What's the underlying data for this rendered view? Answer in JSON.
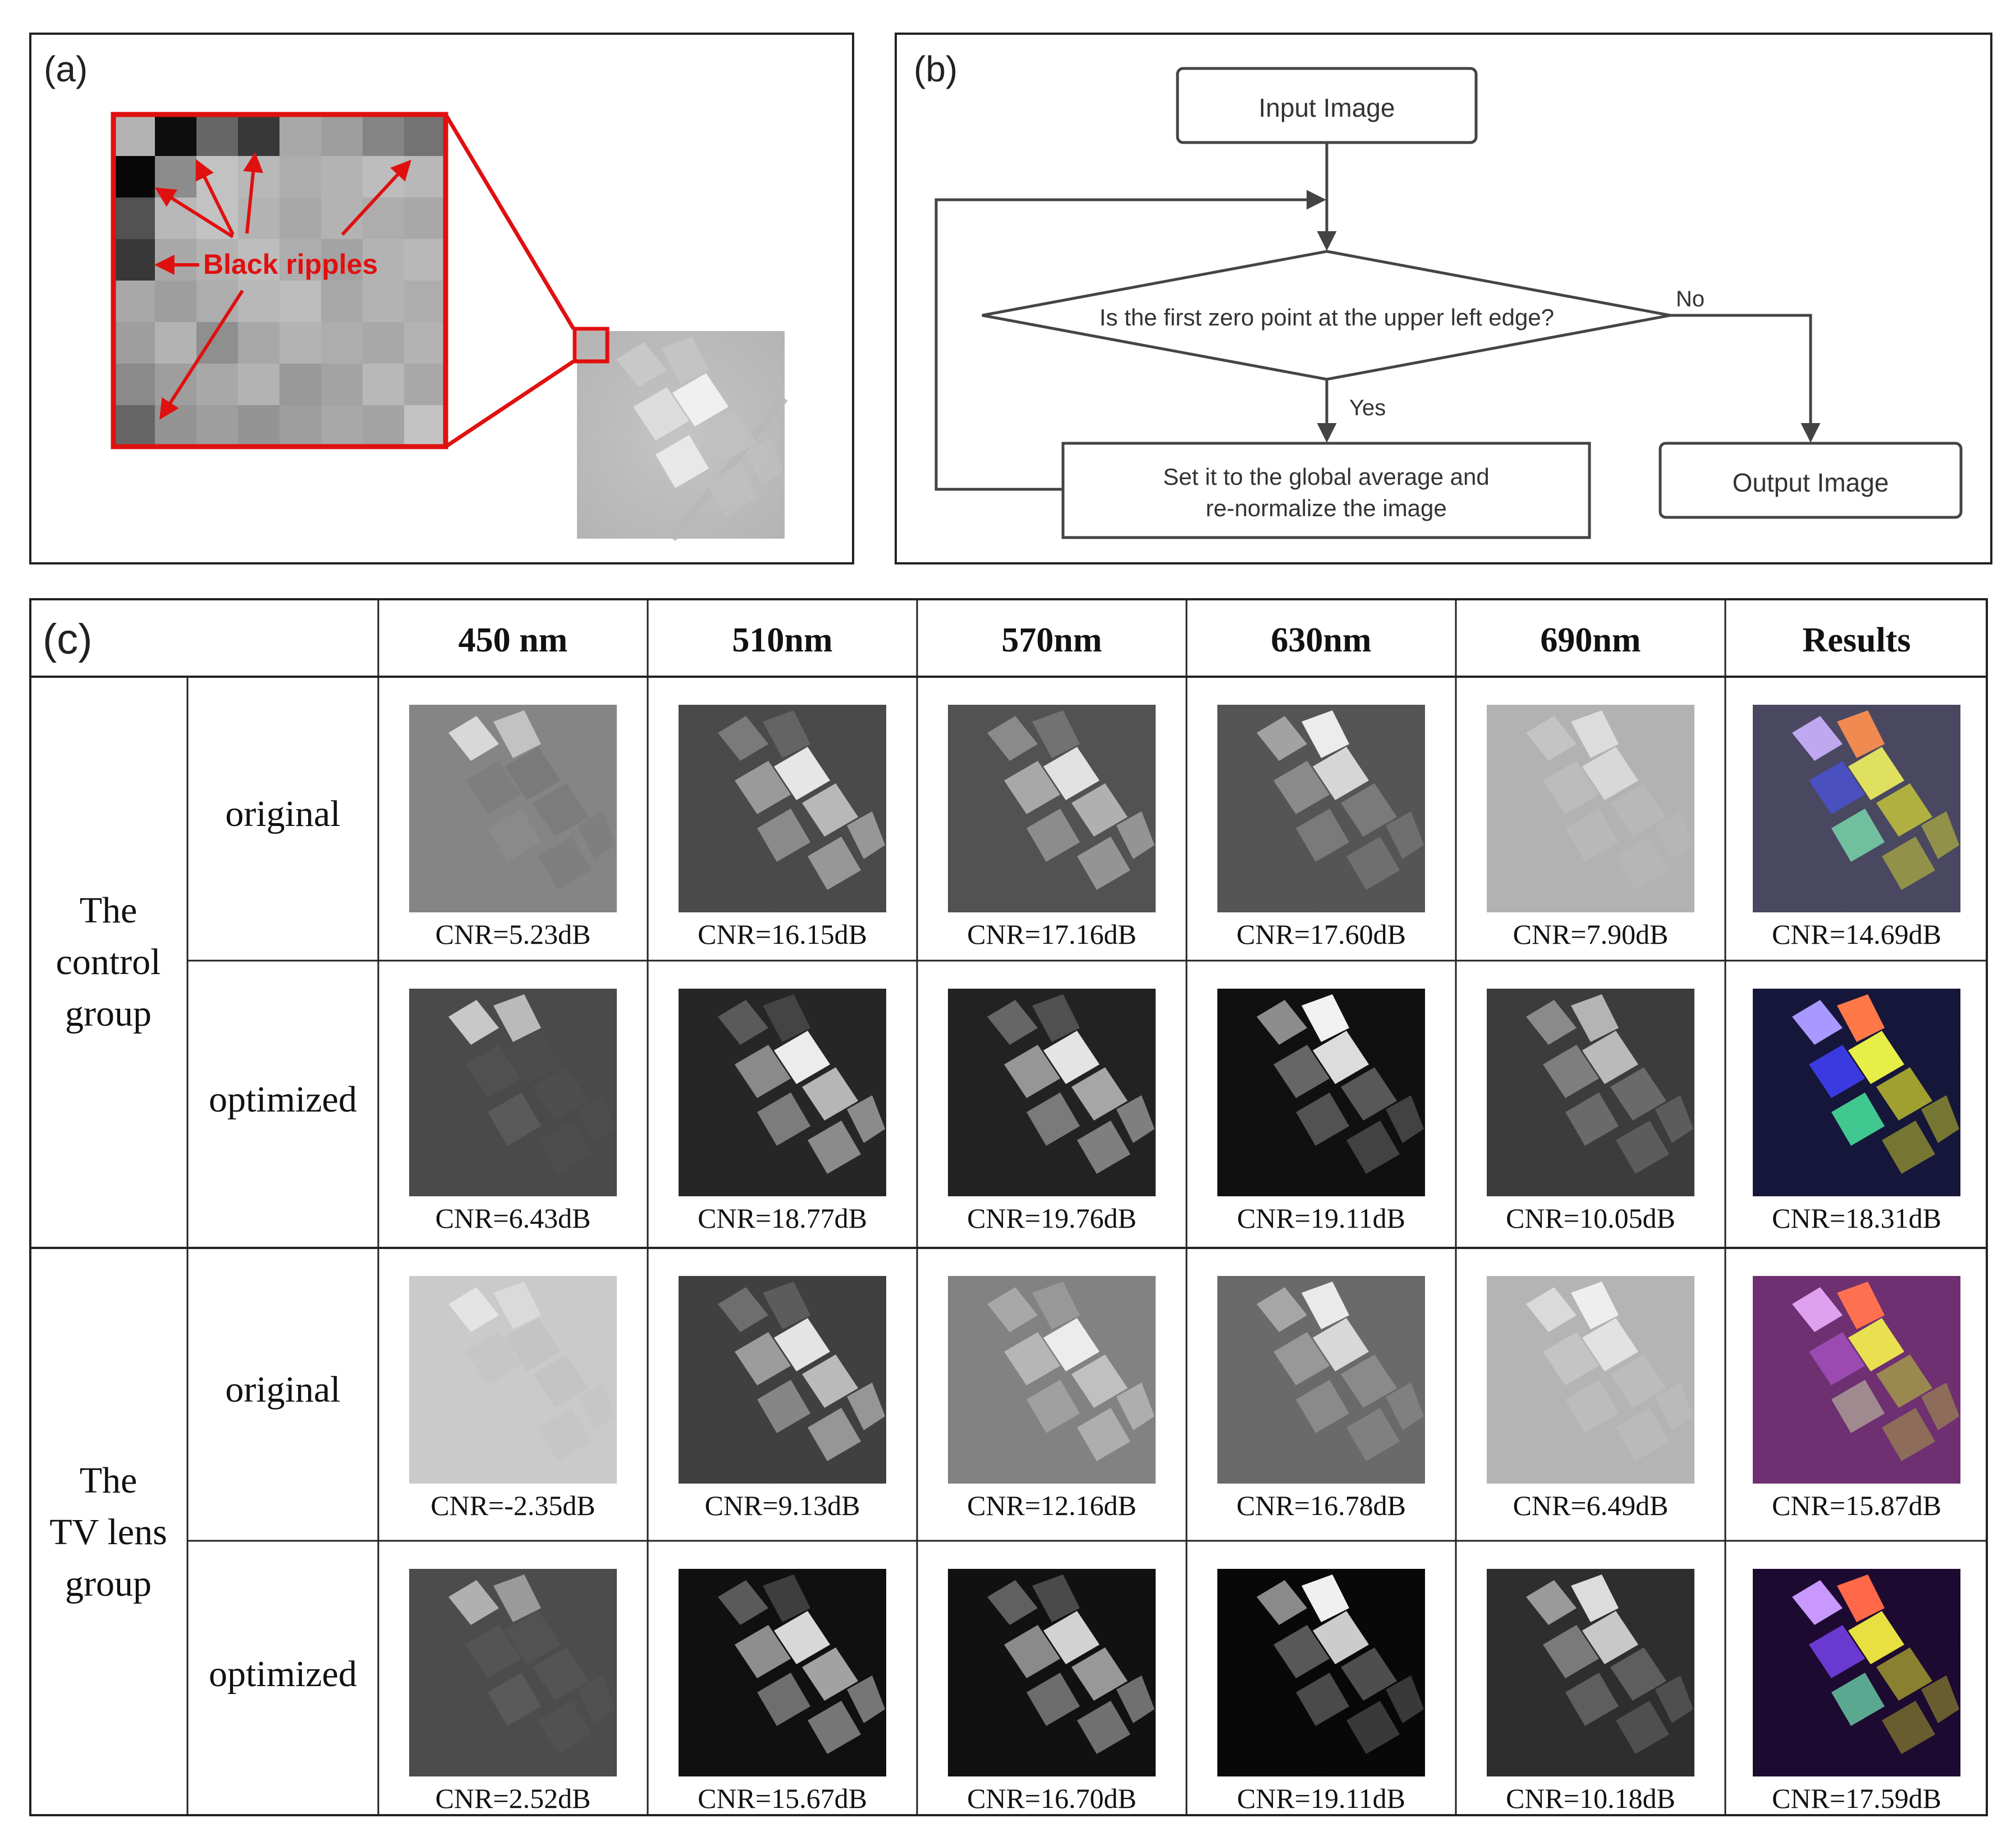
{
  "panel_a": {
    "label": "(a)",
    "annotation": "Black ripples",
    "pixel_grid": [
      [
        0.7,
        0.05,
        0.4,
        0.22,
        0.66,
        0.62,
        0.52,
        0.45
      ],
      [
        0.03,
        0.55,
        0.76,
        0.72,
        0.68,
        0.7,
        0.74,
        0.72
      ],
      [
        0.32,
        0.72,
        0.76,
        0.7,
        0.66,
        0.7,
        0.68,
        0.66
      ],
      [
        0.22,
        0.66,
        0.7,
        0.74,
        0.68,
        0.64,
        0.7,
        0.72
      ],
      [
        0.66,
        0.62,
        0.68,
        0.72,
        0.74,
        0.66,
        0.7,
        0.68
      ],
      [
        0.62,
        0.7,
        0.56,
        0.66,
        0.7,
        0.68,
        0.66,
        0.7
      ],
      [
        0.54,
        0.62,
        0.66,
        0.7,
        0.6,
        0.64,
        0.72,
        0.66
      ],
      [
        0.4,
        0.58,
        0.62,
        0.58,
        0.62,
        0.66,
        0.64,
        0.76
      ]
    ]
  },
  "panel_b": {
    "label": "(b)",
    "input_box": "Input Image",
    "decision": "Is the first zero point at the upper left edge?",
    "no_label": "No",
    "yes_label": "Yes",
    "process_line1": "Set it to the global average and",
    "process_line2": "re-normalize the image",
    "output_box": "Output Image"
  },
  "panel_c": {
    "label": "(c)",
    "columns": [
      "450 nm",
      "510nm",
      "570nm",
      "630nm",
      "690nm",
      "Results"
    ],
    "groups": [
      {
        "name_lines": [
          "The",
          "control",
          "group"
        ],
        "rows": [
          {
            "label": "original",
            "cnr": [
              "CNR=5.23dB",
              "CNR=16.15dB",
              "CNR=17.16dB",
              "CNR=17.60dB",
              "CNR=7.90dB",
              "CNR=14.69dB"
            ]
          },
          {
            "label": "optimized",
            "cnr": [
              "CNR=6.43dB",
              "CNR=18.77dB",
              "CNR=19.76dB",
              "CNR=19.11dB",
              "CNR=10.05dB",
              "CNR=18.31dB"
            ]
          }
        ]
      },
      {
        "name_lines": [
          "The",
          "TV lens",
          "group"
        ],
        "rows": [
          {
            "label": "original",
            "cnr": [
              "CNR=-2.35dB",
              "CNR=9.13dB",
              "CNR=12.16dB",
              "CNR=16.78dB",
              "CNR=6.49dB",
              "CNR=15.87dB"
            ]
          },
          {
            "label": "optimized",
            "cnr": [
              "CNR=2.52dB",
              "CNR=15.67dB",
              "CNR=16.70dB",
              "CNR=19.11dB",
              "CNR=10.18dB",
              "CNR=17.59dB"
            ]
          }
        ]
      }
    ],
    "thumbs": [
      [
        {
          "bg": "#858585",
          "tiles": [
            "#d8d8d8",
            "#c2c2c2",
            "#7e7e7e",
            "#7a7a7a",
            "#8a8a8a",
            "#7c7c7c"
          ]
        },
        {
          "bg": "#4a4a4a",
          "tiles": [
            "#7a7a7a",
            "#646464",
            "#9a9a9a",
            "#e6e6e6",
            "#8a8a8a",
            "#b8b8b8"
          ]
        },
        {
          "bg": "#525252",
          "tiles": [
            "#8a8a8a",
            "#727272",
            "#a8a8a8",
            "#e2e2e2",
            "#8c8c8c",
            "#b0b0b0"
          ]
        },
        {
          "bg": "#555555",
          "tiles": [
            "#a2a2a2",
            "#ececec",
            "#8a8a8a",
            "#d6d6d6",
            "#7a7a7a",
            "#7a7a7a"
          ]
        },
        {
          "bg": "#b2b2b2",
          "tiles": [
            "#c4c4c4",
            "#dcdcdc",
            "#bcbcbc",
            "#d8d8d8",
            "#b8b8b8",
            "#b8b8b8"
          ]
        },
        {
          "bg": "#4a4860",
          "tiles": [
            "#c0a8f0",
            "#f08a50",
            "#4a50c0",
            "#e0e060",
            "#70c0a0",
            "#b0b040"
          ]
        }
      ],
      [
        {
          "bg": "#4a4a4a",
          "tiles": [
            "#c8c8c8",
            "#bababa",
            "#505050",
            "#4c4c4c",
            "#5a5a5a",
            "#4e4e4e"
          ]
        },
        {
          "bg": "#262626",
          "tiles": [
            "#5a5a5a",
            "#444444",
            "#8a8a8a",
            "#ececec",
            "#7c7c7c",
            "#b6b6b6"
          ]
        },
        {
          "bg": "#222222",
          "tiles": [
            "#666666",
            "#505050",
            "#969696",
            "#e4e4e4",
            "#7a7a7a",
            "#a6a6a6"
          ]
        },
        {
          "bg": "#101010",
          "tiles": [
            "#8c8c8c",
            "#f2f2f2",
            "#666666",
            "#dcdcdc",
            "#525252",
            "#585858"
          ]
        },
        {
          "bg": "#3c3c3c",
          "tiles": [
            "#8a8a8a",
            "#b4b4b4",
            "#7e7e7e",
            "#bababa",
            "#6a6a6a",
            "#6a6a6a"
          ]
        },
        {
          "bg": "#16163a",
          "tiles": [
            "#a898ff",
            "#ff7848",
            "#3a3ae0",
            "#e8ee48",
            "#40c890",
            "#a0a030"
          ]
        }
      ],
      [
        {
          "bg": "#cacaca",
          "tiles": [
            "#e4e4e4",
            "#dadada",
            "#c6c6c6",
            "#c4c4c4",
            "#cacaca",
            "#c4c4c4"
          ]
        },
        {
          "bg": "#404040",
          "tiles": [
            "#6e6e6e",
            "#5c5c5c",
            "#9c9c9c",
            "#e4e4e4",
            "#868686",
            "#bababa"
          ]
        },
        {
          "bg": "#828282",
          "tiles": [
            "#a8a8a8",
            "#989898",
            "#b6b6b6",
            "#ececec",
            "#a0a0a0",
            "#c0c0c0"
          ]
        },
        {
          "bg": "#6a6a6a",
          "tiles": [
            "#a6a6a6",
            "#eaeaea",
            "#989898",
            "#d8d8d8",
            "#8a8a8a",
            "#8a8a8a"
          ]
        },
        {
          "bg": "#b4b4b4",
          "tiles": [
            "#dadada",
            "#eeeeee",
            "#c4c4c4",
            "#e2e2e2",
            "#bcbcbc",
            "#bcbcbc"
          ]
        },
        {
          "bg": "#6e3070",
          "tiles": [
            "#e0a0f0",
            "#ff7050",
            "#9a4ab0",
            "#e8e050",
            "#a08a90",
            "#9a8850"
          ]
        }
      ],
      [
        {
          "bg": "#4c4c4c",
          "tiles": [
            "#b0b0b0",
            "#9a9a9a",
            "#545454",
            "#525252",
            "#5a5a5a",
            "#545454"
          ]
        },
        {
          "bg": "#101010",
          "tiles": [
            "#5a5a5a",
            "#3e3e3e",
            "#8e8e8e",
            "#d8d8d8",
            "#6e6e6e",
            "#a2a2a2"
          ]
        },
        {
          "bg": "#111111",
          "tiles": [
            "#606060",
            "#4a4a4a",
            "#8a8a8a",
            "#d2d2d2",
            "#6c6c6c",
            "#989898"
          ]
        },
        {
          "bg": "#080808",
          "tiles": [
            "#8a8a8a",
            "#f0f0f0",
            "#585858",
            "#cccccc",
            "#4a4a4a",
            "#4e4e4e"
          ]
        },
        {
          "bg": "#2e2e2e",
          "tiles": [
            "#9a9a9a",
            "#dcdcdc",
            "#7a7a7a",
            "#c8c8c8",
            "#5e5e5e",
            "#5e5e5e"
          ]
        },
        {
          "bg": "#1c0a30",
          "tiles": [
            "#c898ff",
            "#ff6848",
            "#6a3ad0",
            "#e8e040",
            "#5aa890",
            "#8a8030"
          ]
        }
      ]
    ]
  }
}
